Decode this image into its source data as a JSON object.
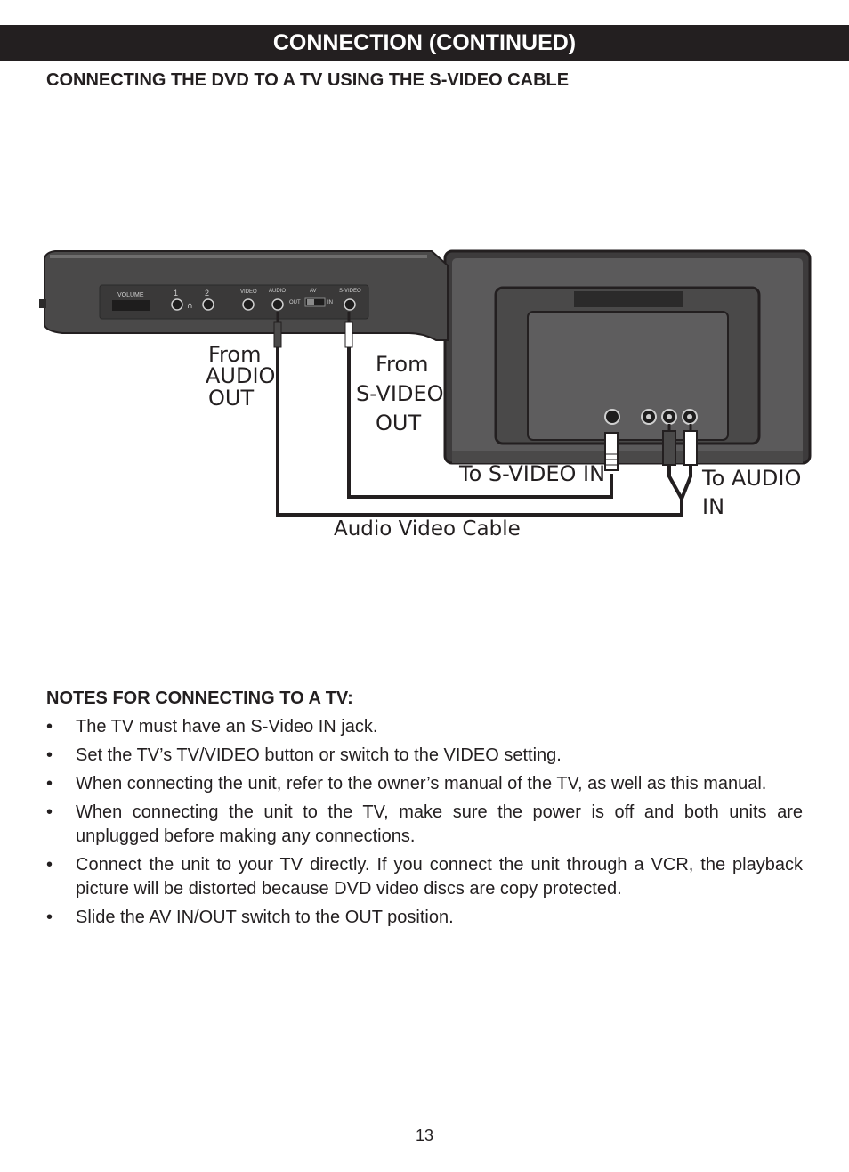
{
  "header": {
    "title": "CONNECTION (CONTINUED)"
  },
  "section": {
    "heading": "CONNECTING THE DVD TO A TV USING THE S-VIDEO CABLE"
  },
  "diagram": {
    "player_panel": {
      "volume": "VOLUME",
      "headphone_1": "1",
      "headphone_2": "2",
      "video": "VIDEO",
      "audio": "AUDIO",
      "av": "AV",
      "out": "OUT",
      "in": "IN",
      "s_video": "S-VIDEO"
    },
    "from_audio_out": [
      "From",
      "AUDIO",
      "OUT"
    ],
    "from_svideo_out": [
      "From",
      "S-VIDEO",
      "OUT"
    ],
    "to_svideo_in": "To S-VIDEO IN",
    "to_audio_in": [
      "To AUDIO",
      "IN"
    ],
    "cable_label": "Audio Video Cable"
  },
  "notes": {
    "heading": "NOTES FOR CONNECTING TO A TV:",
    "bullet": "•",
    "items": [
      "The TV must have an S-Video IN jack.",
      "Set the TV’s TV/VIDEO button or switch to the VIDEO setting.",
      "When connecting the unit, refer to the owner’s manual of the TV, as well as this manual.",
      "When connecting the unit to the TV, make sure the power is off and both units are unplugged before making any connections.",
      "Connect the unit to your TV directly. If you connect the unit through a VCR, the playback picture will be distorted because DVD video discs are copy protected.",
      "Slide the AV IN/OUT switch to the OUT position."
    ]
  },
  "footer": {
    "page_number": "13"
  }
}
